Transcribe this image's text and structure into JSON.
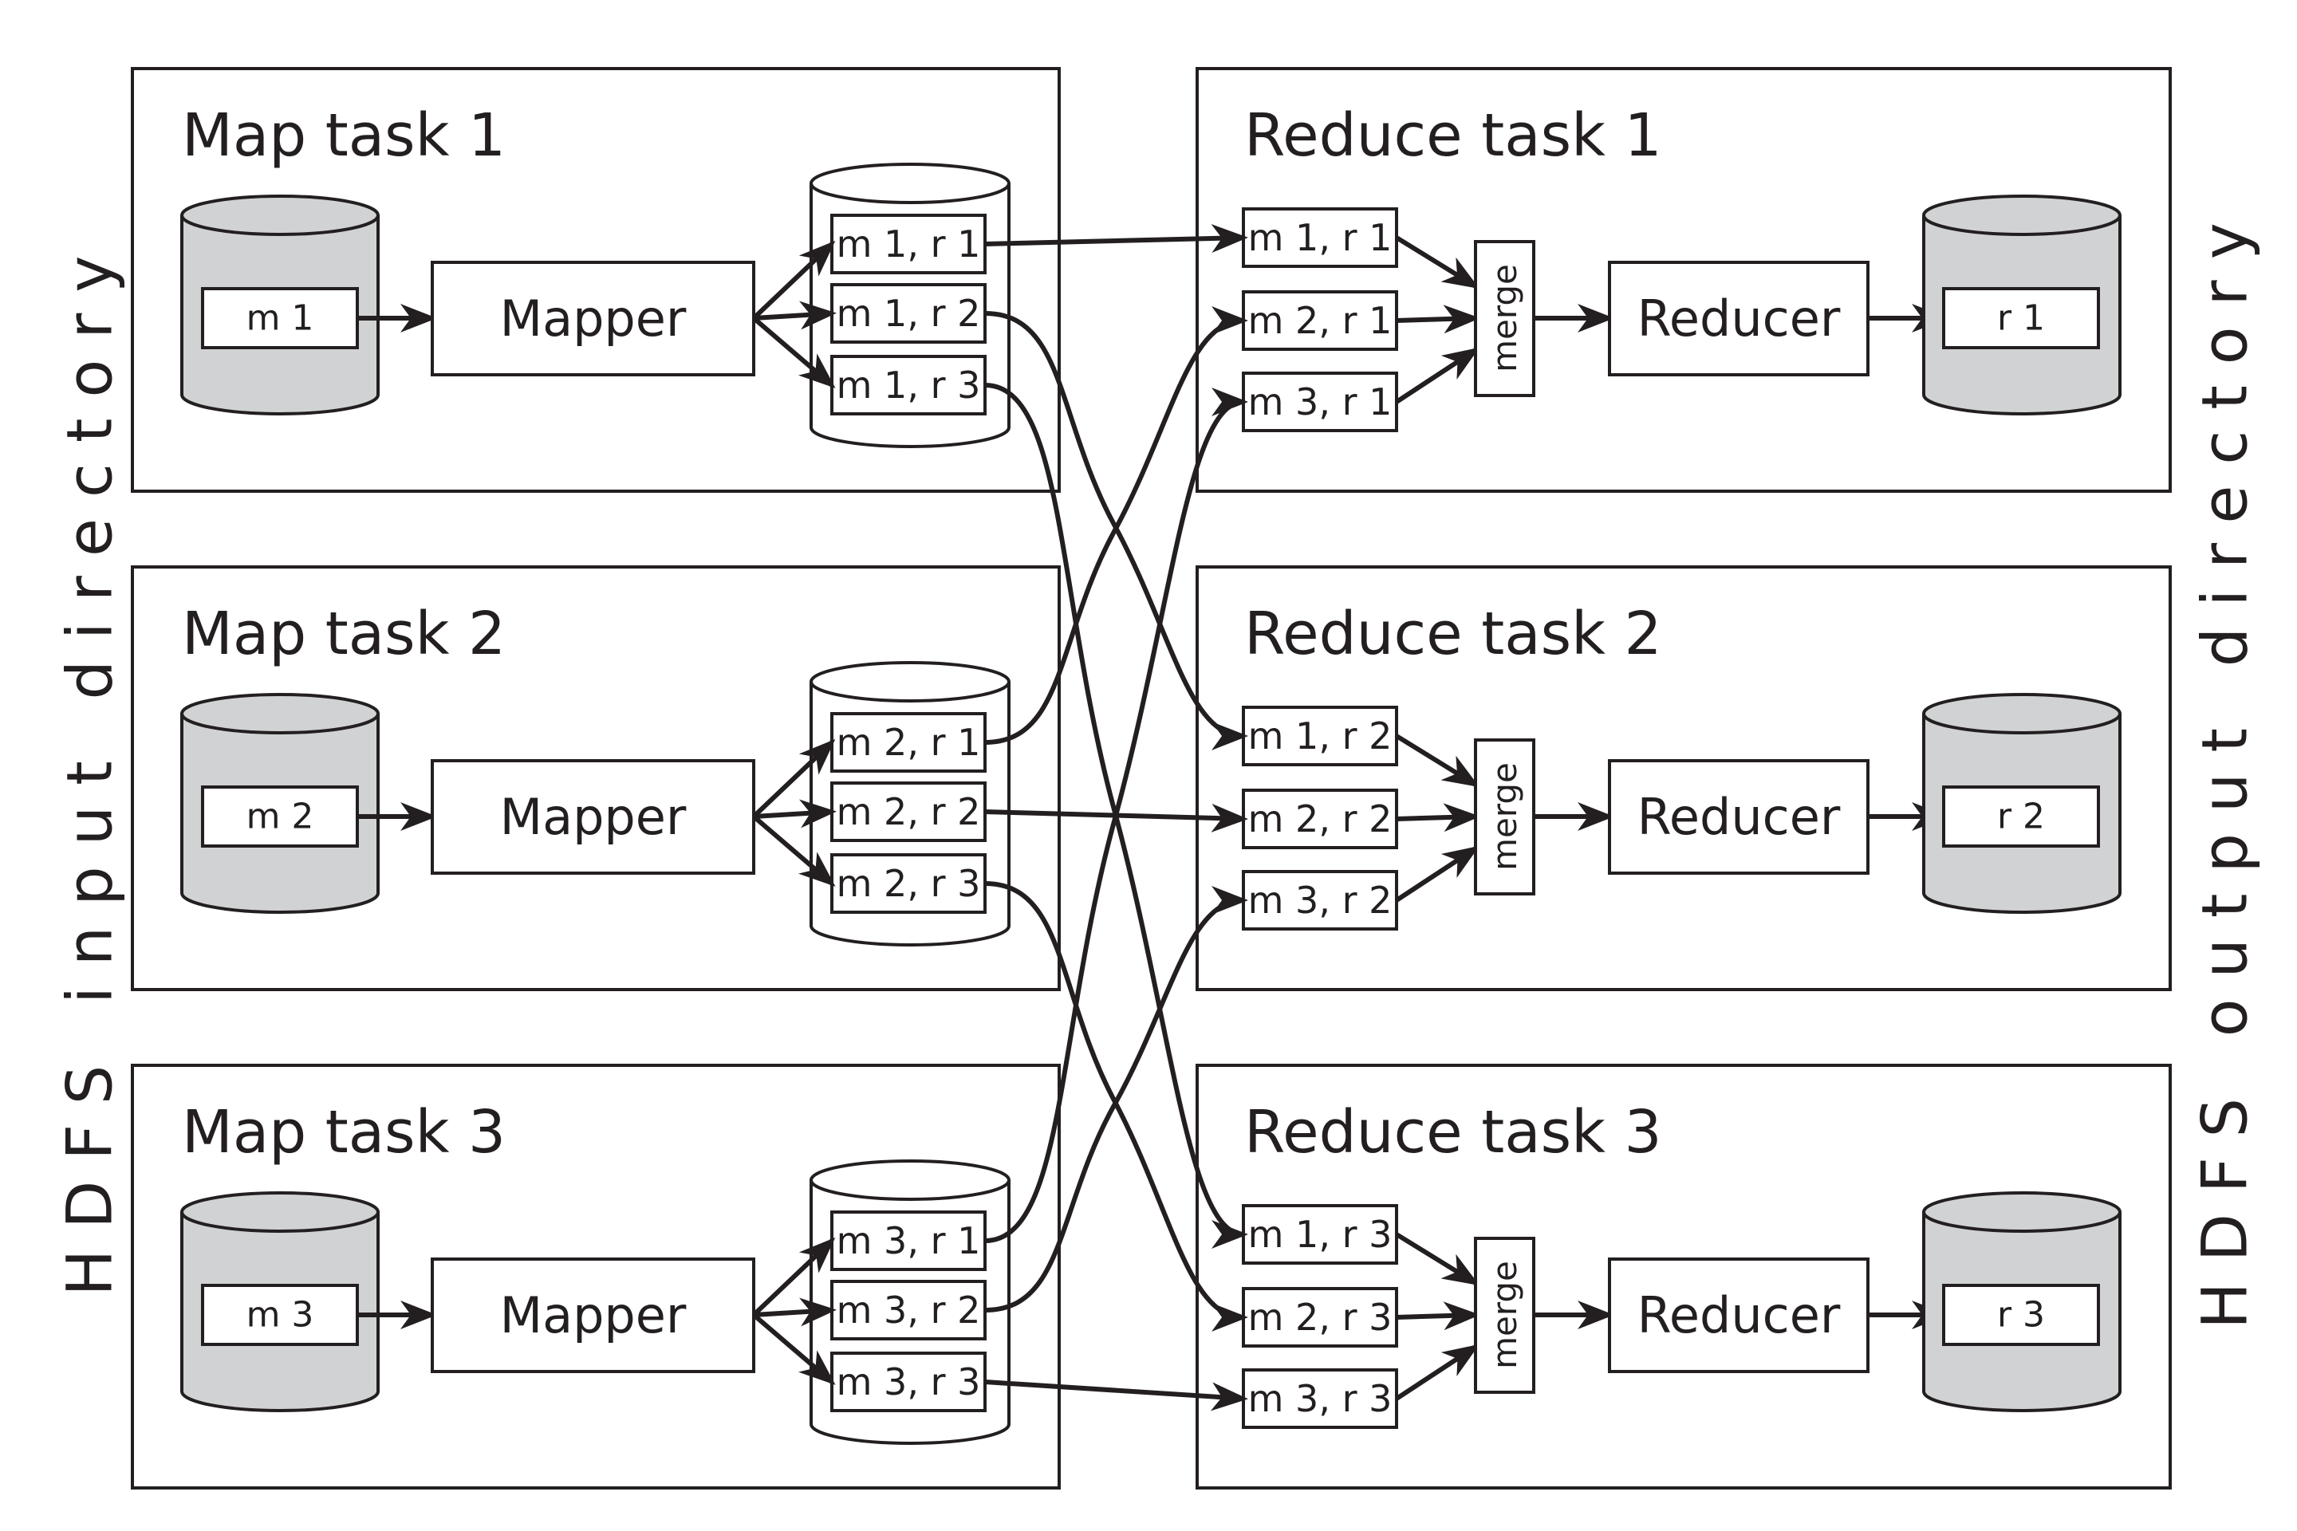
{
  "side_labels": {
    "input": "HDFS input directory",
    "output": "HDFS output directory"
  },
  "map_tasks": [
    {
      "title": "Map task 1",
      "input_file": "m 1",
      "processor": "Mapper",
      "partitions": [
        "m 1, r 1",
        "m 1, r 2",
        "m 1, r 3"
      ]
    },
    {
      "title": "Map task 2",
      "input_file": "m 2",
      "processor": "Mapper",
      "partitions": [
        "m 2, r 1",
        "m 2, r 2",
        "m 2, r 3"
      ]
    },
    {
      "title": "Map task 3",
      "input_file": "m 3",
      "processor": "Mapper",
      "partitions": [
        "m 3, r 1",
        "m 3, r 2",
        "m 3, r 3"
      ]
    }
  ],
  "reduce_tasks": [
    {
      "title": "Reduce task 1",
      "inputs": [
        "m 1, r 1",
        "m 2, r 1",
        "m 3, r 1"
      ],
      "merge": "merge",
      "processor": "Reducer",
      "output_file": "r 1"
    },
    {
      "title": "Reduce task 2",
      "inputs": [
        "m 1, r 2",
        "m 2, r 2",
        "m 3, r 2"
      ],
      "merge": "merge",
      "processor": "Reducer",
      "output_file": "r 2"
    },
    {
      "title": "Reduce task 3",
      "inputs": [
        "m 1, r 3",
        "m 2, r 3",
        "m 3, r 3"
      ],
      "merge": "merge",
      "processor": "Reducer",
      "output_file": "r 3"
    }
  ],
  "colors": {
    "ink": "#231f20",
    "hdfs_fill": "#d1d2d4",
    "background": "#ffffff"
  }
}
